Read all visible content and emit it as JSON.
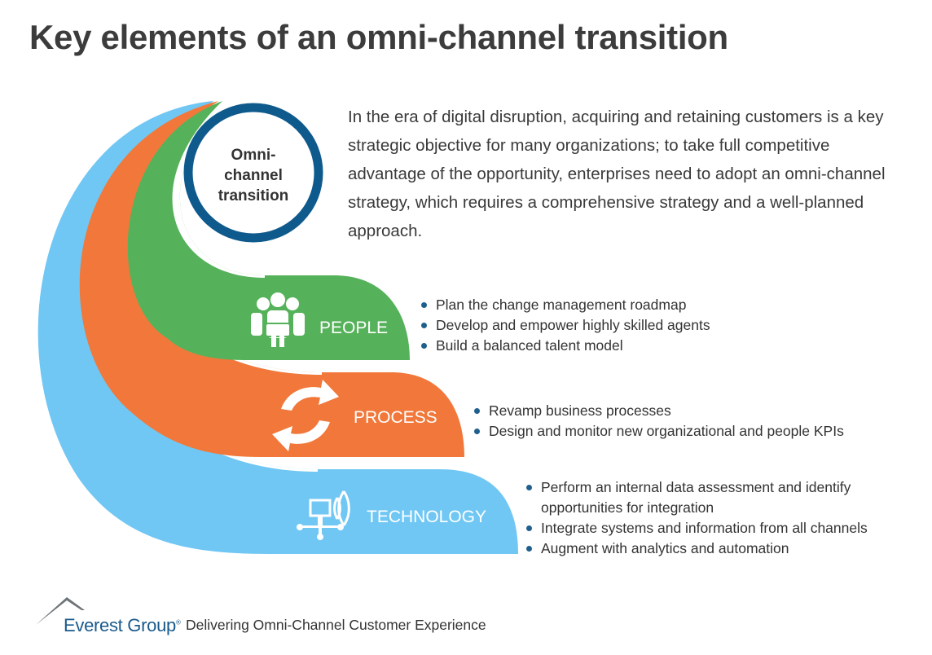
{
  "title": "Key elements of an omni-channel transition",
  "intro": "In the era of digital disruption, acquiring and retaining customers is a key strategic objective for many organizations; to take full competitive advantage of the opportunity, enterprises need to adopt an omni-channel strategy, which requires a comprehensive strategy and a well-planned approach.",
  "center": {
    "lines": [
      "Omni-",
      "channel",
      "transition"
    ]
  },
  "bands": [
    {
      "label": "PEOPLE",
      "icon": "people-group-icon",
      "color": "#56b25a",
      "bullets": [
        "Plan the change management roadmap",
        "Develop and empower highly skilled agents",
        "Build a balanced talent model"
      ]
    },
    {
      "label": "PROCESS",
      "icon": "refresh-arrows-icon",
      "color": "#f1783a",
      "bullets": [
        "Revamp business processes",
        "Design and monitor new organizational and people KPIs"
      ]
    },
    {
      "label": "TECHNOLOGY",
      "icon": "networked-computer-icon",
      "color": "#70c7f4",
      "bullets": [
        "Perform an internal data assessment and identify",
        "opportunities for integration",
        "Integrate systems and information from all channels",
        "Augment with analytics and automation"
      ]
    }
  ],
  "colors": {
    "ring": "#0f5a8c",
    "bullet": "#1f5f8e",
    "brand": "#1a5a8c"
  },
  "footer": {
    "brand": "Everest Group",
    "trademark": "®",
    "tagline": "Delivering Omni-Channel Customer Experience"
  }
}
